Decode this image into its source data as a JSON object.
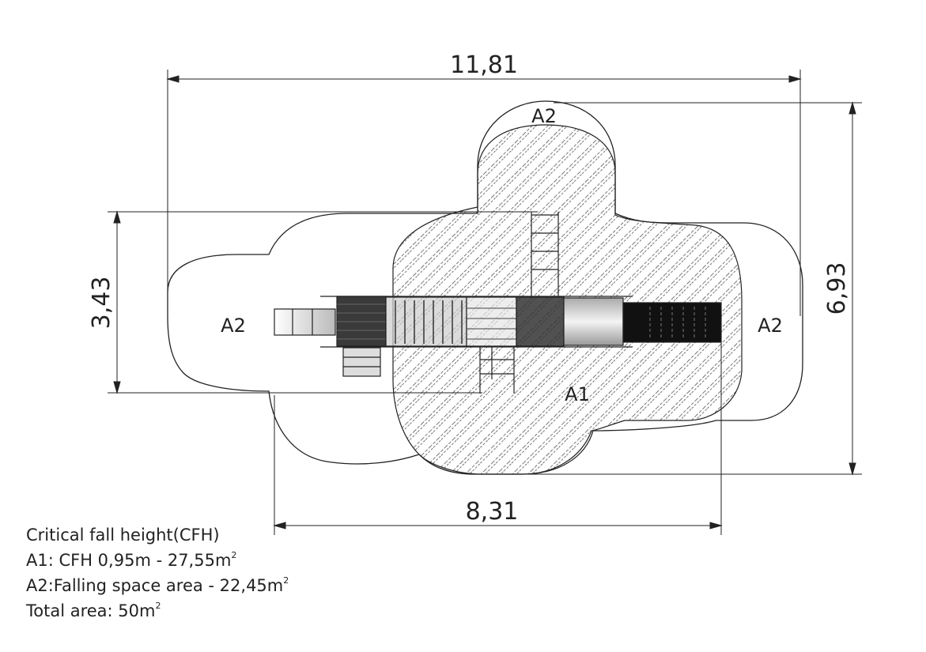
{
  "dimensions": {
    "total_width": "11,81",
    "total_height": "6,93",
    "left_height": "3,43",
    "bottom_width": "8,31"
  },
  "areas": {
    "a1": "A1",
    "a2_top": "A2",
    "a2_left": "A2",
    "a2_right": "A2"
  },
  "legend": {
    "title": "Critical fall height(CFH)",
    "a1": "A1: CFH 0,95m - 27,55m",
    "a2": "A2:Falling space area - 22,45m",
    "total": "Total area: 50m",
    "sup": "2"
  },
  "colors": {
    "line": "#222222",
    "dark_panel": "#3a3a3a",
    "black_panel": "#111111"
  }
}
